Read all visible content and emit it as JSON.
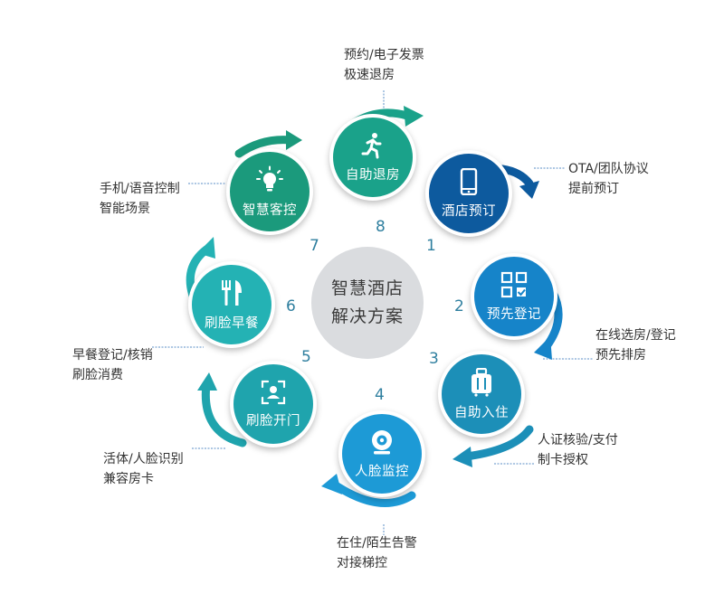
{
  "center": {
    "line1": "智慧酒店",
    "line2": "解决方案"
  },
  "nodes": [
    {
      "num": "1",
      "label": "酒店预订",
      "icon": "smartphone-icon",
      "color": "#0d5a9e"
    },
    {
      "num": "2",
      "label": "预先登记",
      "icon": "qr-check-icon",
      "color": "#1684c9"
    },
    {
      "num": "3",
      "label": "自助入住",
      "icon": "luggage-icon",
      "color": "#1c8fb8"
    },
    {
      "num": "4",
      "label": "人脸监控",
      "icon": "webcam-icon",
      "color": "#1d9ad6"
    },
    {
      "num": "5",
      "label": "刷脸开门",
      "icon": "face-scan-icon",
      "color": "#1fa4ad"
    },
    {
      "num": "6",
      "label": "刷脸早餐",
      "icon": "fork-knife-icon",
      "color": "#24b2b4"
    },
    {
      "num": "7",
      "label": "智慧客控",
      "icon": "lightbulb-icon",
      "color": "#1b9a7c"
    },
    {
      "num": "8",
      "label": "自助退房",
      "icon": "running-person-icon",
      "color": "#1aa28a"
    }
  ],
  "notes": [
    {
      "line1": "OTA/团队协议",
      "line2": "提前预订"
    },
    {
      "line1": "在线选房/登记",
      "line2": "预先排房"
    },
    {
      "line1": "人证核验/支付",
      "line2": "制卡授权"
    },
    {
      "line1": "在住/陌生告警",
      "line2": "对接梯控"
    },
    {
      "line1": "活体/人脸识别",
      "line2": "兼容房卡"
    },
    {
      "line1": "早餐登记/核销",
      "line2": "刷脸消费"
    },
    {
      "line1": "手机/语音控制",
      "line2": "智能场景"
    },
    {
      "line1": "预约/电子发票",
      "line2": "极速退房"
    }
  ]
}
